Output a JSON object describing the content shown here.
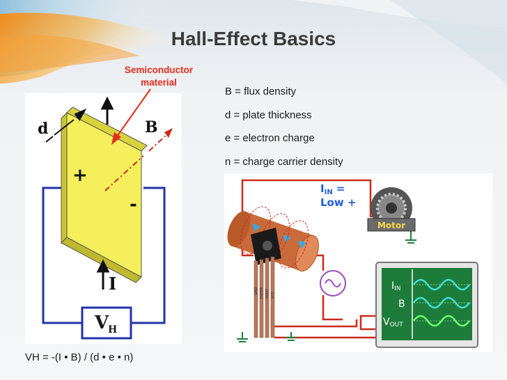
{
  "slide": {
    "title": "Hall-Effect Basics",
    "callout_line1": "Semiconductor",
    "callout_line2": "material",
    "definitions": [
      "B = flux density",
      "d = plate thickness",
      "e = electron charge",
      "n = charge carrier density"
    ],
    "formula": "VH = -(I • B) / (d • e • n)"
  },
  "left_figure": {
    "label_d": "d",
    "label_B": "B",
    "label_plus": "+",
    "label_minus": "-",
    "label_I": "I",
    "label_VH_main": "V",
    "label_VH_sub": "H"
  },
  "right_figure": {
    "current_label_main": "I",
    "current_label_sub": "IN",
    "current_label_eq": " =",
    "current_value": "Low +",
    "motor_label": "Motor",
    "pin_labels": [
      "GND",
      "FILTER",
      "VOUT",
      "VCC"
    ],
    "scope_label_iin_main": "I",
    "scope_label_iin_sub": "IN",
    "scope_label_b": "B",
    "scope_label_vout_main": "V",
    "scope_label_vout_sub": "OUT"
  },
  "colors": {
    "title": "#3a3a3a",
    "callout": "#e32b1a",
    "plate_yellow": "#f4ef5a",
    "circuit_blue": "#2233aa",
    "current_label_blue": "#1f5fd8",
    "scope_green": "#1e7c3a"
  }
}
